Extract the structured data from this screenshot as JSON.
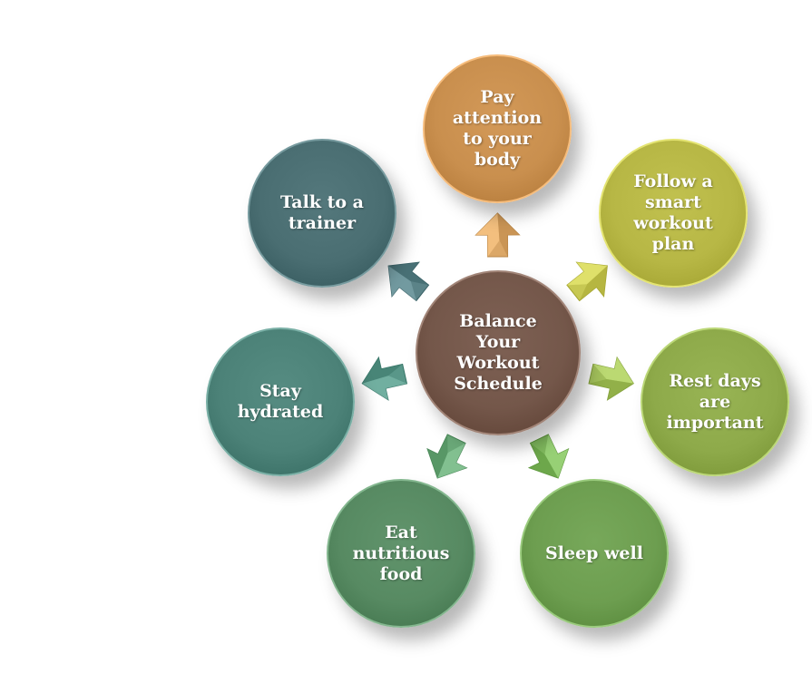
{
  "center": {
    "label": "Balance\nYour\nWorkout\nSchedule",
    "color": "#74574a"
  },
  "nodes": [
    {
      "id": "pay-attention",
      "label": "Pay\nattention\nto your\nbody",
      "color": "#c98f4e"
    },
    {
      "id": "follow-plan",
      "label": "Follow a\nsmart\nworkout\nplan",
      "color": "#b7b745"
    },
    {
      "id": "rest-days",
      "label": "Rest days\nare\nimportant",
      "color": "#8eaa4a"
    },
    {
      "id": "sleep-well",
      "label": "Sleep well",
      "color": "#6d9e50"
    },
    {
      "id": "eat-nutritious",
      "label": "Eat\nnutritious\nfood",
      "color": "#578a62"
    },
    {
      "id": "stay-hydrated",
      "label": "Stay\nhydrated",
      "color": "#4c8278"
    },
    {
      "id": "talk-trainer",
      "label": "Talk to a\ntrainer",
      "color": "#4a6e72"
    }
  ],
  "arrows": [
    {
      "target": "pay-attention",
      "color": "#dba767"
    },
    {
      "target": "follow-plan",
      "color": "#c7c853"
    },
    {
      "target": "rest-days",
      "color": "#a3c15b"
    },
    {
      "target": "sleep-well",
      "color": "#7fb85d"
    },
    {
      "target": "eat-nutritious",
      "color": "#6aa878"
    },
    {
      "target": "stay-hydrated",
      "color": "#599789"
    },
    {
      "target": "talk-trainer",
      "color": "#5b8388"
    }
  ]
}
